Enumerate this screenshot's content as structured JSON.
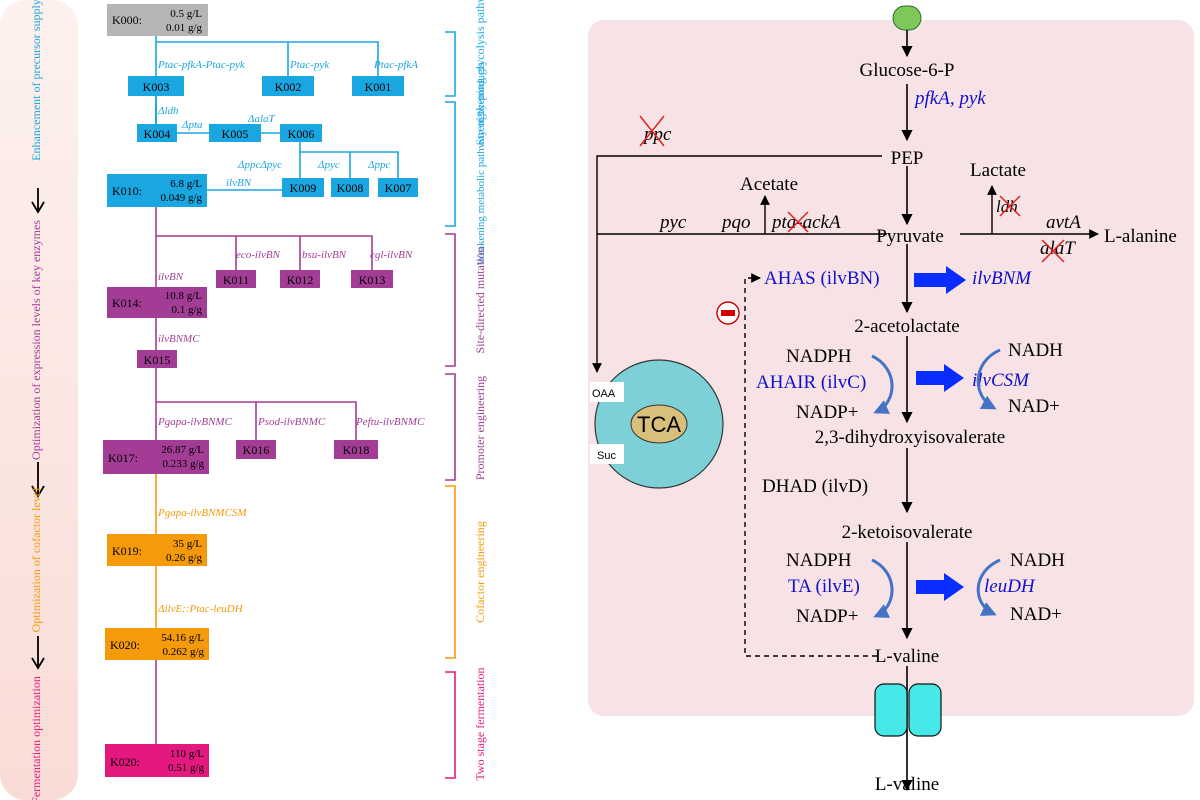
{
  "sidebar": {
    "stage1": "Enhancement of precursor supply",
    "stage2": "Optimization of expression levels of key enzymes",
    "stage3": "Optimization of cofactor level",
    "stage4": "Fermentation optimization"
  },
  "categories": {
    "glycolysis": "Strengthening glycolysis pathway",
    "byproducts": "Weakening metabolic pathway of by-products",
    "sitedirected": "Site-directed mutation",
    "promoter": "Promoter engineering",
    "cofactor": "Cofactor engineering",
    "twostage": "Two stage fermentation"
  },
  "strains": {
    "k000": {
      "id": "K000:",
      "titer": "0.5 g/L",
      "yield": "0.01 g/g"
    },
    "k003": "K003",
    "k002": "K002",
    "k001": "K001",
    "k004": "K004",
    "k005": "K005",
    "k006": "K006",
    "k010": {
      "id": "K010:",
      "titer": "6.8 g/L",
      "yield": "0.049 g/g"
    },
    "k009": "K009",
    "k008": "K008",
    "k007": "K007",
    "k011": "K011",
    "k012": "K012",
    "k013": "K013",
    "k014": {
      "id": "K014:",
      "titer": "10.8 g/L",
      "yield": "0.1 g/g"
    },
    "k015": "K015",
    "k017": {
      "id": "K017:",
      "titer": "26.87 g/L",
      "yield": "0.233 g/g"
    },
    "k016": "K016",
    "k018": "K018",
    "k019": {
      "id": "K019:",
      "titer": "35 g/L",
      "yield": "0.26 g/g"
    },
    "k020a": {
      "id": "K020:",
      "titer": "54.16 g/L",
      "yield": "0.262 g/g"
    },
    "k020b": {
      "id": "K020:",
      "titer": "110 g/L",
      "yield": "0.51 g/g"
    }
  },
  "modifications": {
    "k003": "Ptac-pfkA-Ptac-pyk",
    "k002": "Ptac-pyk",
    "k001": "Ptac-pfkA",
    "k004": "Δldh",
    "k005": "Δpta",
    "k006": "ΔalaT",
    "k009": "ΔppcΔpyc",
    "k008": "Δpyc",
    "k007": "Δppc",
    "k010": "ilvBN",
    "k011": "eco-ilvBN",
    "k012": "bsu-ilvBN",
    "k013": "cgl-ilvBN",
    "k014": "ilvBN",
    "k015": "ilvBNMC",
    "k017": "Pgapa-ilvBNMC",
    "k016": "Psod-ilvBNMC",
    "k018": "Peftu-ilvBNMC",
    "k019": "Pgapa-ilvBNMCSM",
    "k020": "ΔilvE::Ptac-leuDH"
  },
  "pathway": {
    "glucose6p": "Glucose-6-P",
    "pfka_pyk": "pfkA, pyk",
    "ppc": "ppc",
    "pep": "PEP",
    "lactate": "Lactate",
    "acetate": "Acetate",
    "pyc": "pyc",
    "pqo": "pqo",
    "pta_ackA": "pta-ackA",
    "pyruvate": "Pyruvate",
    "ldh": "ldh",
    "avtA": "avtA",
    "alaT": "alaT",
    "l_alanine": "L-alanine",
    "ahas": "AHAS (ilvBN)",
    "ilvBN_M": "ilvBNM",
    "acetolactate": "2-acetolactate",
    "nadph": "NADPH",
    "ahair": "AHAIR (ilvC)",
    "nadp": "NADP+",
    "nadh": "NADH",
    "ilvC_SM": "ilvCSM",
    "nad": "NAD+",
    "dihydroxy": "2,3-dihydroxyisovalerate",
    "dhad": "DHAD (ilvD)",
    "ketoiso": "2-ketoisovalerate",
    "ta": "TA (ilvE)",
    "leudh": "leuDH",
    "l_valine_in": "L-valine",
    "l_valine_out": "L-valine",
    "oaa": "OAA",
    "suc": "Suc",
    "tca": "TCA",
    "minus": "−"
  },
  "colors": {
    "gray": "#b5b5b5",
    "blue": "#1aa6e0",
    "purple": "#a23c95",
    "orange": "#f59a0a",
    "magenta": "#e4187f",
    "panel": "#f7e3e5",
    "enzyme": "#1010cc",
    "arrowblue": "#0a2dff",
    "tca": "#7dd0d8",
    "tcainner": "#d8bf7a",
    "transporter": "#46e8e8",
    "green": "#7ec85a"
  }
}
